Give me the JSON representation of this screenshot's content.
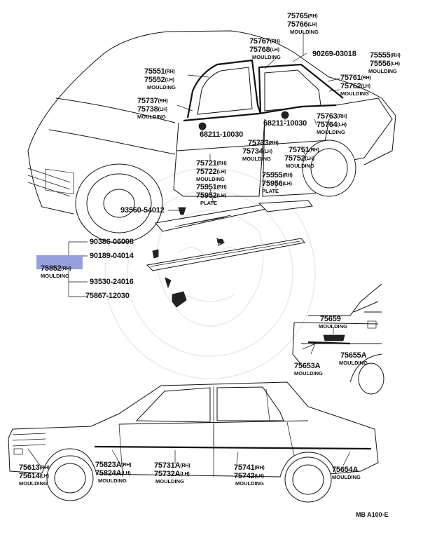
{
  "labels": [
    {
      "num": "75765",
      "side": "(RH)"
    },
    {
      "num": "75766",
      "side": "(LH)"
    },
    {
      "num": "75767",
      "side": "(RH)"
    },
    {
      "num": "75768",
      "side": "(LH)"
    },
    {
      "num": "90269-03018",
      "side": ""
    },
    {
      "num": "75555",
      "side": "(RH)"
    },
    {
      "num": "75556",
      "side": "(LH)"
    },
    {
      "num": "75551",
      "side": "(RH)"
    },
    {
      "num": "75552",
      "side": "(LH)"
    },
    {
      "num": "75761",
      "side": "(RH)"
    },
    {
      "num": "75762",
      "side": "(LH)"
    },
    {
      "num": "75737",
      "side": "(RH)"
    },
    {
      "num": "75738",
      "side": "(LH)"
    },
    {
      "num": "75763",
      "side": "(RH)"
    },
    {
      "num": "75764",
      "side": "(LH)"
    },
    {
      "num": "68211-10030",
      "side": ""
    },
    {
      "num": "68211-10030",
      "side": ""
    },
    {
      "num": "75733",
      "side": "(RH)"
    },
    {
      "num": "75734",
      "side": "(LH)"
    },
    {
      "num": "75751",
      "side": "(RH)"
    },
    {
      "num": "75752",
      "side": "(LH)"
    },
    {
      "num": "75721",
      "side": "(RH)"
    },
    {
      "num": "75722",
      "side": "(LH)"
    },
    {
      "num": "75955",
      "side": "(RH)"
    },
    {
      "num": "75956",
      "side": "(LH)"
    },
    {
      "num": "75951",
      "side": "(RH)"
    },
    {
      "num": "75952",
      "side": "(LH)"
    },
    {
      "num": "93560-54012",
      "side": ""
    },
    {
      "num": "90386-06008",
      "side": ""
    },
    {
      "num": "90189-04014",
      "side": ""
    },
    {
      "num": "75852",
      "side": "(RH)"
    },
    {
      "num": "93530-24016",
      "side": ""
    },
    {
      "num": "75867-12030",
      "side": ""
    },
    {
      "num": "75659",
      "side": ""
    },
    {
      "num": "75655A",
      "side": ""
    },
    {
      "num": "75653A",
      "side": ""
    },
    {
      "num": "75613",
      "side": "(RH)"
    },
    {
      "num": "75614",
      "side": "(LH)"
    },
    {
      "num": "75823A",
      "side": "(RH)"
    },
    {
      "num": "75824A",
      "side": "(LH)"
    },
    {
      "num": "75731A",
      "side": "(RH)"
    },
    {
      "num": "75732A",
      "side": "(LH)"
    },
    {
      "num": "75741",
      "side": "(RH)"
    },
    {
      "num": "75742",
      "side": "(LH)"
    },
    {
      "num": "75654A",
      "side": ""
    }
  ],
  "subs": [
    "MOULDING",
    "MOULDING",
    "MOULDING",
    "MOULDING",
    "MOULDING",
    "MOULDING",
    "MOULDING",
    "MOULDING",
    "MOULDING",
    "PLATE",
    "PLATE",
    "MOULDING",
    "MOULDING",
    "MOULDING",
    "MOULDING",
    "MOULDING",
    "MOULDING",
    "MOULDING",
    "MOULDING",
    "MOULDING"
  ],
  "reference": "MB A100-E",
  "highlight_color": "#98a0dc"
}
